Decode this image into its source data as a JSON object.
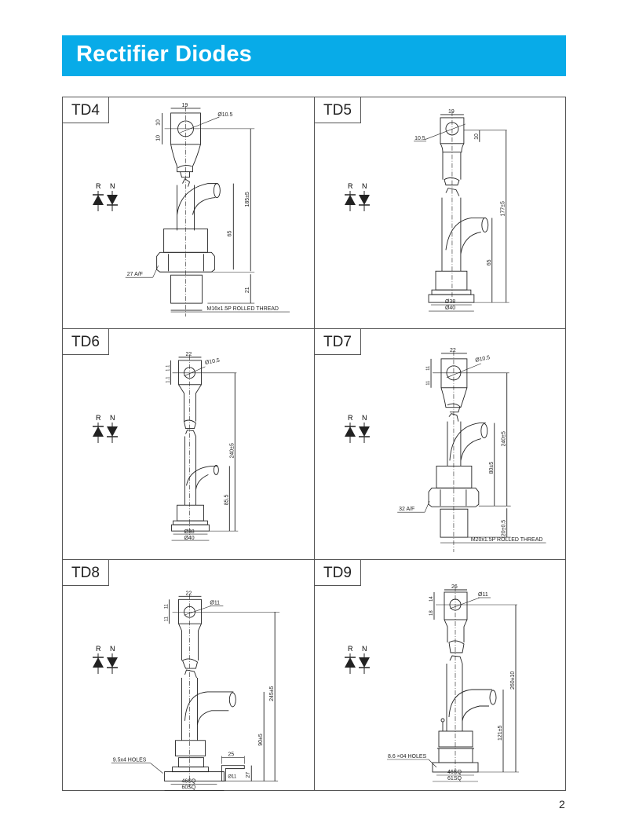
{
  "header": {
    "title": "Rectifier Diodes",
    "accent_color": "#08abe8"
  },
  "symbols": {
    "reverse_label": "R",
    "normal_label": "N"
  },
  "panels": [
    {
      "model": "TD4",
      "dims": {
        "width": "19",
        "hole": "Ø10.5",
        "top_half": "10",
        "bottom_half": "10",
        "overall": "185±5",
        "body": "65",
        "thread_len": "21",
        "hex": "27 A/F",
        "thread": "M16x1.5P ROLLED THREAD"
      }
    },
    {
      "model": "TD5",
      "dims": {
        "width": "19",
        "hole": "10.5",
        "top_half": "10",
        "overall": "177±5",
        "body": "65",
        "inner_dia": "Ø38",
        "outer_dia": "Ø40"
      }
    },
    {
      "model": "TD6",
      "dims": {
        "width": "22",
        "hole": "Ø10.5",
        "top_half": "1.1",
        "bottom_half": "1.1",
        "overall": "240±5",
        "body": "85.5",
        "inner_dia": "Ø38",
        "outer_dia": "Ø40"
      }
    },
    {
      "model": "TD7",
      "dims": {
        "width": "22",
        "hole": "Ø10.5",
        "top_half": "11",
        "bottom_half": "11",
        "overall": "240±5",
        "body": "80±5",
        "thread_len": "20±0.5",
        "hex": "32 A/F",
        "thread": "M20x1.5P ROLLED THREAD"
      }
    },
    {
      "model": "TD8",
      "dims": {
        "width": "22",
        "hole": "Ø11",
        "top_half": "11",
        "bottom_half": "11",
        "overall": "245±5",
        "body": "90±5",
        "bracket_width": "25",
        "bracket_hole": "Ø11",
        "bracket_height": "27",
        "holes": "9.5x4 HOLES",
        "inner_sq": "46SQ",
        "outer_sq": "60SQ"
      }
    },
    {
      "model": "TD9",
      "dims": {
        "width": "26",
        "hole": "Ø11",
        "top_half": "14",
        "bottom_half": "18",
        "overall": "260±10",
        "body": "121±5",
        "holes": "8.6 ×04 HOLES",
        "inner_sq": "46SQ",
        "outer_sq": "61SQ"
      }
    }
  ],
  "footer": {
    "page_number": "2"
  }
}
